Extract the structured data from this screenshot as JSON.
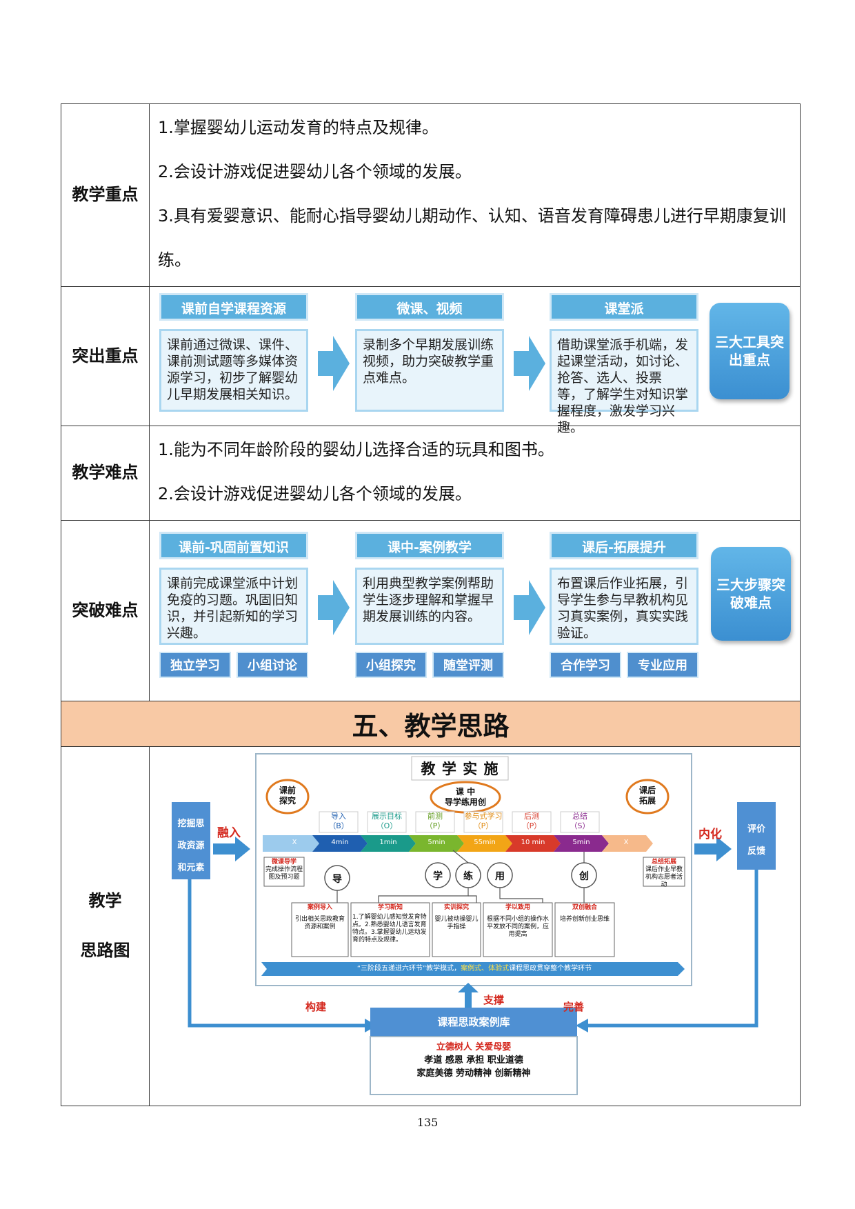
{
  "key_points": {
    "label": "教学重点",
    "items": [
      "1.掌握婴幼儿运动发育的特点及规律。",
      "2.会设计游戏促进婴幼儿各个领域的发展。",
      "3.具有爱婴意识、能耐心指导婴幼儿期动作、认知、语音发育障碍患儿进行早期康复训练。"
    ]
  },
  "highlight": {
    "label": "突出重点",
    "columns": [
      {
        "title": "课前自学课程资源",
        "text": "课前通过微课、课件、课前测试题等多媒体资源学习，初步了解婴幼儿早期发展相关知识。"
      },
      {
        "title": "微课、视频",
        "text": "录制多个早期发展训练视频，助力突破教学重点难点。"
      },
      {
        "title": "课堂派",
        "text": "借助课堂派手机端，发起课堂活动，如讨论、抢答、选人、投票 等，了解学生对知识掌握程度，激发学习兴趣。"
      }
    ],
    "badge": "三大工具突出重点"
  },
  "difficulties": {
    "label": "教学难点",
    "items": [
      "1.能为不同年龄阶段的婴幼儿选择合适的玩具和图书。",
      "2.会设计游戏促进婴幼儿各个领域的发展。"
    ]
  },
  "breakthrough": {
    "label": "突破难点",
    "columns": [
      {
        "title": "课前-巩固前置知识",
        "text": "课前完成课堂派中计划免疫的习题。巩固旧知识，并引起新知的学习兴趣。",
        "tags": [
          "独立学习",
          "小组讨论"
        ]
      },
      {
        "title": "课中-案例教学",
        "text": "利用典型教学案例帮助学生逐步理解和掌握早期发展训练的内容。",
        "tags": [
          "小组探究",
          "随堂评测"
        ]
      },
      {
        "title": "课后-拓展提升",
        "text": "布置课后作业拓展，引导学生参与早教机构见习真实案例，真实实践验证。",
        "tags": [
          "合作学习",
          "专业应用"
        ]
      }
    ],
    "badge": "三大步骤突破难点"
  },
  "section_title": "五、教学思路",
  "diagram": {
    "label_line1": "教学",
    "label_line2": "思路图",
    "title": "教 学 实 施",
    "left_box": [
      "挖掘思",
      "政资源",
      "和元素"
    ],
    "right_box": [
      "评价",
      "反馈"
    ],
    "rongru": "融入",
    "neihua": "内化",
    "pre": [
      "课前",
      "探究"
    ],
    "mid": [
      "课  中",
      "导学练用创"
    ],
    "post": [
      "课后",
      "拓展"
    ],
    "stages": [
      {
        "name": "导入",
        "code": "（B）",
        "time": "4min",
        "color": "#1f5fb0"
      },
      {
        "name": "展示目标",
        "code": "（O）",
        "time": "1min",
        "color": "#1a9a8a"
      },
      {
        "name": "前测",
        "code": "（P）",
        "time": "5min",
        "color": "#7ab62e"
      },
      {
        "name": "参与式学习",
        "code": "（P）",
        "time": "55min",
        "color": "#f2a516"
      },
      {
        "name": "后测",
        "code": "（P）",
        "time": "10 min",
        "color": "#d83a2a"
      },
      {
        "name": "总结",
        "code": "（S）",
        "time": "5min",
        "color": "#8a2a8e"
      }
    ],
    "x_label": "X",
    "circles": [
      "导",
      "学",
      "练",
      "用",
      "创"
    ],
    "side_left": {
      "title": "微课导学",
      "text": "完成操作流程图及预习题"
    },
    "side_right": {
      "title": "总结拓展",
      "text": "课后作业早教机构志愿者活动"
    },
    "bottom_boxes": [
      {
        "title": "案例导入",
        "text": "引出相关思政教育资源和案例"
      },
      {
        "title": "学习新知",
        "text": "1.了解婴幼儿感知觉发育特点。2.熟悉婴幼儿语言发育特点。3.掌握婴幼儿运动发育的特点及规律。"
      },
      {
        "title": "实训探究",
        "text": "婴儿被动操婴儿手指操"
      },
      {
        "title": "学以致用",
        "text": "根据不同小组的操作水平发放不同的案例，应用提高"
      },
      {
        "title": "双创融合",
        "text": "培养创新创业思维"
      }
    ],
    "banner_a": "“三阶段五递进六环节”教学模式，",
    "banner_b": "案例式、体验式",
    "banner_c": "课程思政贯穿整个教学环节",
    "goujian": "构建",
    "zhicheng": "支撑",
    "wanshan": "完善",
    "library_title": "课程思政案例库",
    "library_red": "立德树人  关爱母婴",
    "library_line1": "孝道 感恩 承担 职业道德",
    "library_line2": "家庭美德 劳动精神 创新精神"
  },
  "page_number": "135"
}
